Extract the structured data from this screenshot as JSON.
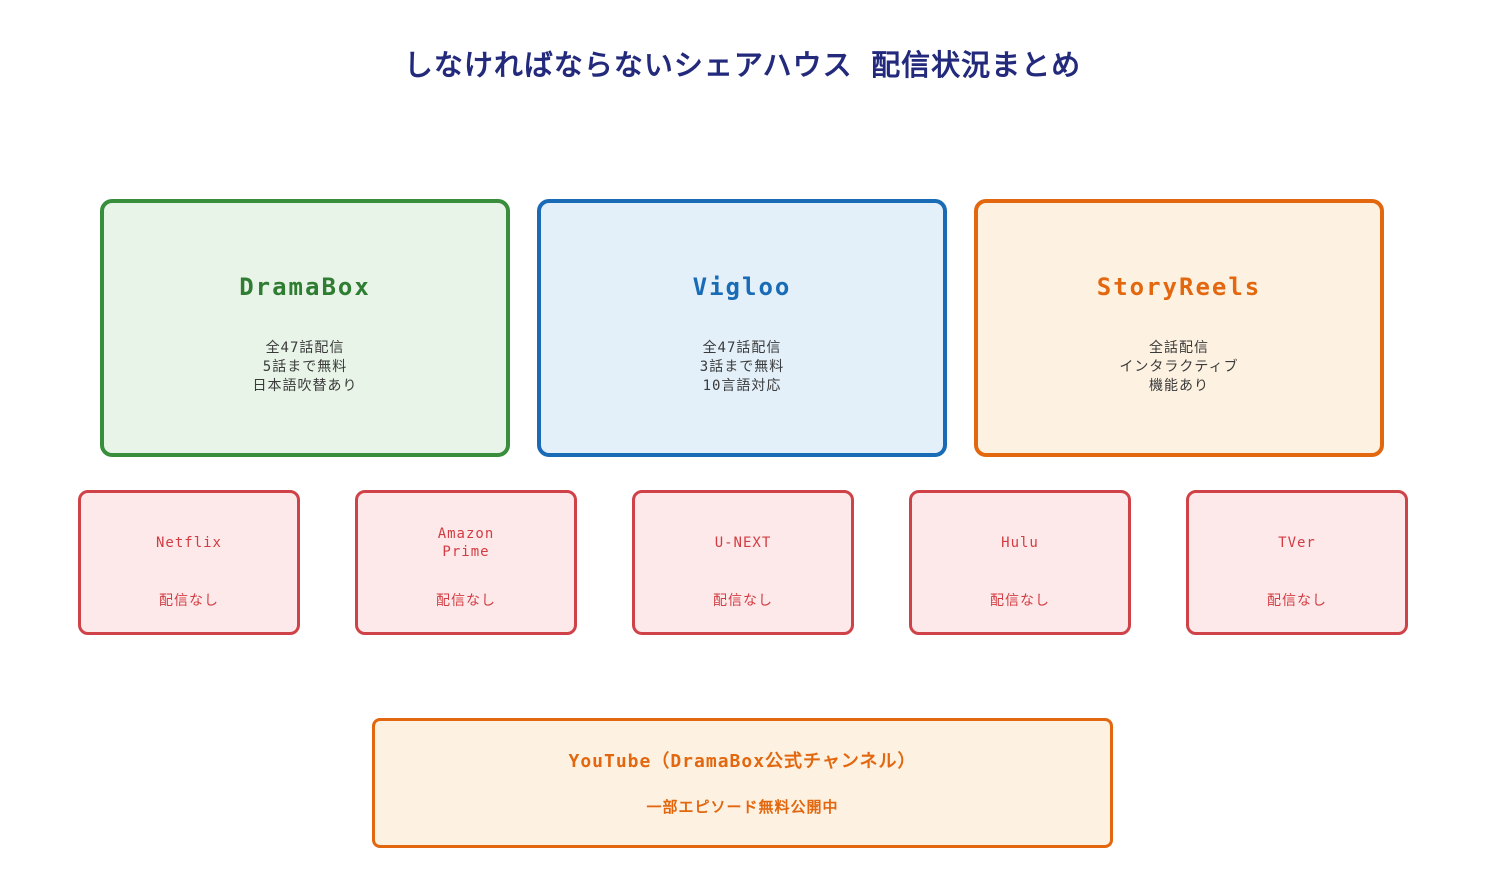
{
  "page_title": "しなければならないシェアハウス 配信状況まとめ",
  "colors": {
    "title_text": "#232a7c",
    "detail_text": "#3a3a3a",
    "dramabox_border": "#388e3c",
    "dramabox_bg": "#e8f4e8",
    "dramabox_text": "#2e7d32",
    "vigloo_border": "#1a6bb5",
    "vigloo_bg": "#e3f0fa",
    "vigloo_text": "#1a6bb5",
    "storyreels_border": "#e2670f",
    "storyreels_bg": "#fdf2e2",
    "storyreels_text": "#e2670f",
    "unavailable_border": "#cf4247",
    "unavailable_bg": "#fde9ea",
    "unavailable_text": "#d23c42",
    "youtube_border": "#e2670f",
    "youtube_bg": "#fdf2e2",
    "youtube_text": "#e2670f"
  },
  "platforms": [
    {
      "name": "DramaBox",
      "details": [
        "全47話配信",
        "5話まで無料",
        "日本語吹替あり"
      ]
    },
    {
      "name": "Vigloo",
      "details": [
        "全47話配信",
        "3話まで無料",
        "10言語対応"
      ]
    },
    {
      "name": "StoryReels",
      "details": [
        "全話配信",
        "インタラクティブ",
        "機能あり"
      ]
    }
  ],
  "unavailable": [
    {
      "name": "Netflix",
      "status": "配信なし"
    },
    {
      "name": "Amazon\nPrime",
      "status": "配信なし"
    },
    {
      "name": "U-NEXT",
      "status": "配信なし"
    },
    {
      "name": "Hulu",
      "status": "配信なし"
    },
    {
      "name": "TVer",
      "status": "配信なし"
    }
  ],
  "youtube": {
    "title": "YouTube（DramaBox公式チャンネル）",
    "subtitle": "一部エピソード無料公開中"
  }
}
